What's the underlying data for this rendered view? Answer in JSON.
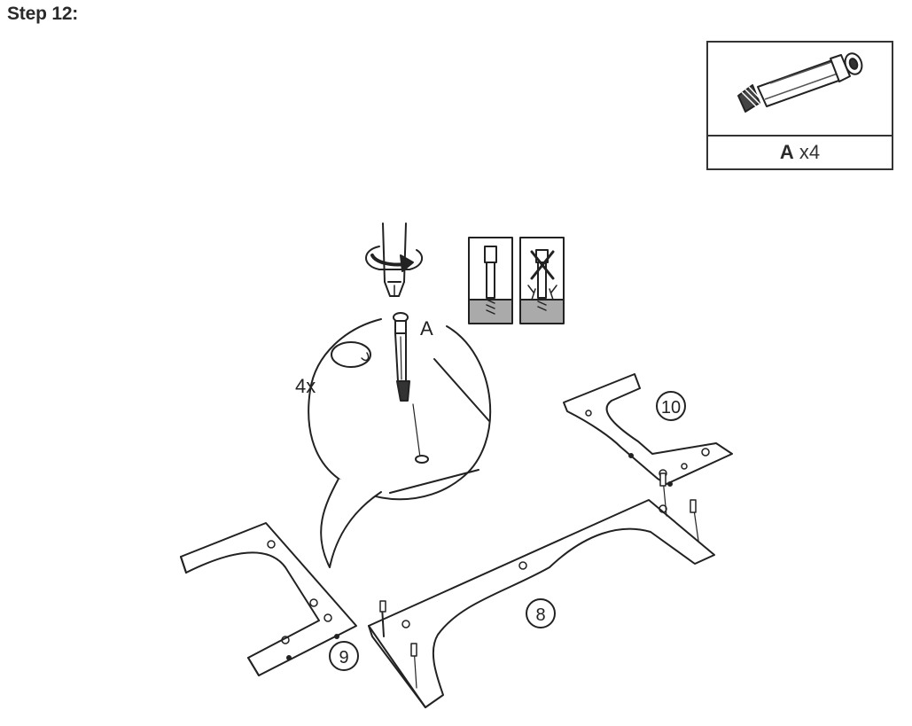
{
  "step": {
    "title": "Step 12:"
  },
  "parts_box": {
    "part_letter": "A",
    "part_quantity": "x4",
    "part_icon": "cam-bolt-icon"
  },
  "detail": {
    "multiplier": "4x",
    "part_label": "A"
  },
  "panels": {
    "left_leg": "9",
    "right_leg": "10",
    "center_beam": "8"
  }
}
